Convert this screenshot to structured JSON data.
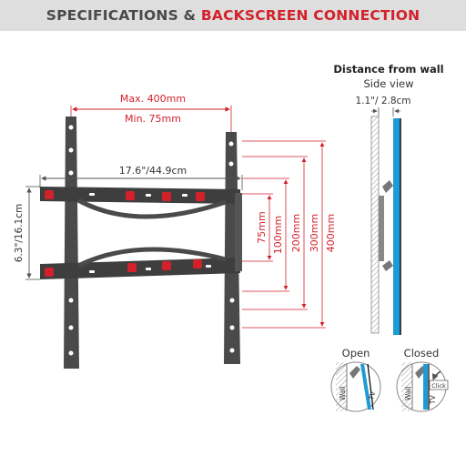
{
  "header": {
    "title_part1": "SPECIFICATIONS & ",
    "title_part2": "BACKSCREEN CONNECTION"
  },
  "front_view": {
    "max_label": "Max. 400mm",
    "min_label": "Min. 75mm",
    "width_label": "17.6\"/44.9cm",
    "height_label": "6.3\"/16.1cm",
    "vertical_dims": [
      "75mm",
      "100mm",
      "200mm",
      "300mm",
      "400mm"
    ]
  },
  "side_view": {
    "title": "Distance from wall",
    "subtitle": "Side view",
    "distance_label": "1.1\"/ 2.8cm"
  },
  "details": {
    "open_label": "Open",
    "closed_label": "Closed",
    "wall_label": "Wall",
    "tv_label": "TV",
    "click_label": "Click"
  },
  "colors": {
    "accent_red": "#d3212b",
    "tv_blue": "#1e9bd7",
    "bracket_dark": "#4a4a4a"
  }
}
